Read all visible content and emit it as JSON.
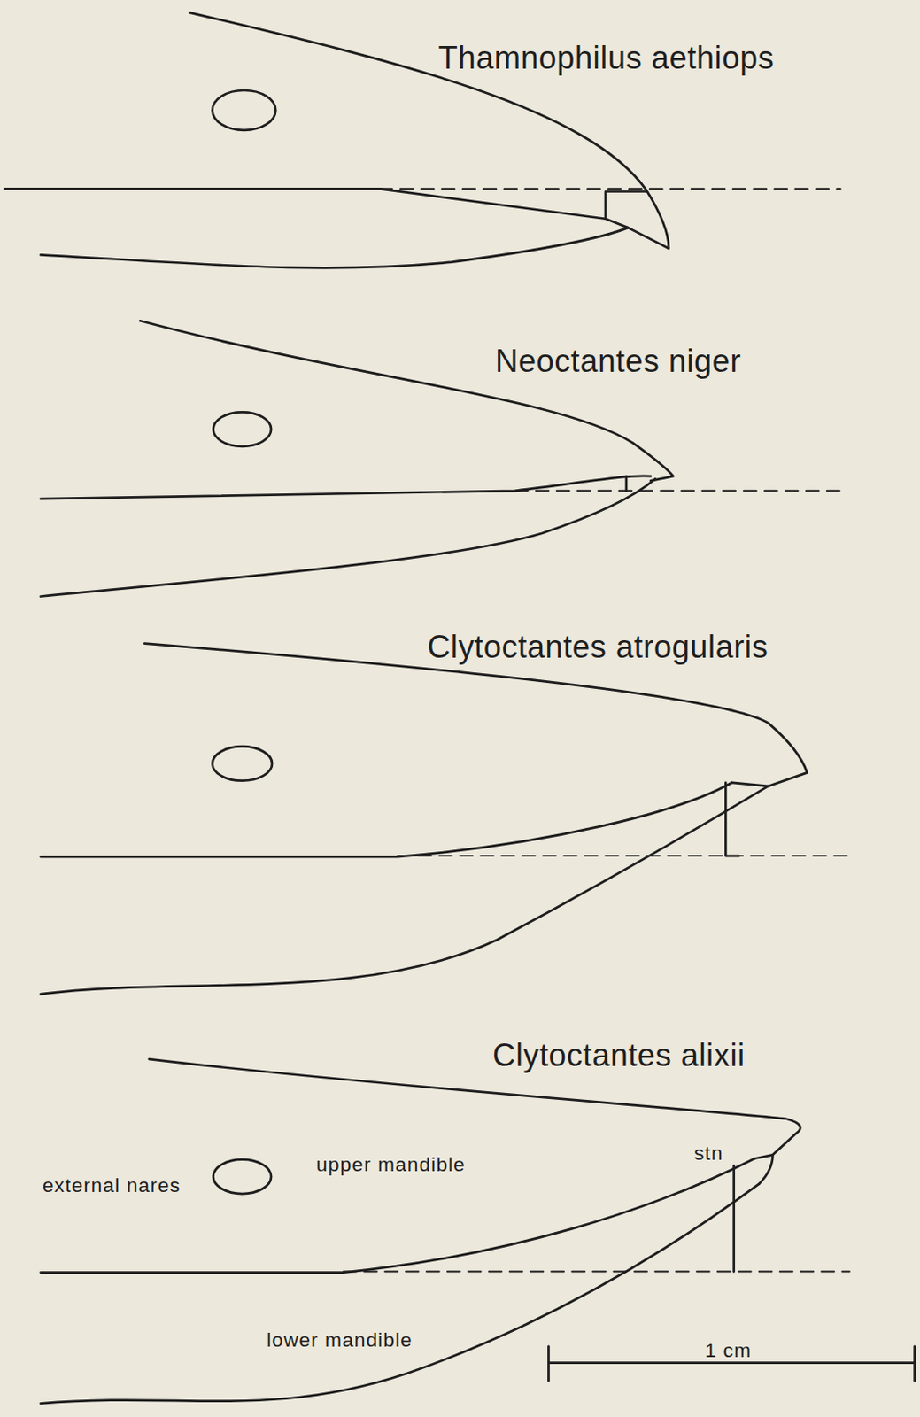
{
  "diagram": {
    "labels": [
      "Thamnophilus aethiops",
      "Neoctantes niger",
      "Clytoctantes atrogularis",
      "Clytoctantes alixii",
      "external nares",
      "upper mandible",
      "stn",
      "lower mandible",
      "1 cm"
    ]
  }
}
